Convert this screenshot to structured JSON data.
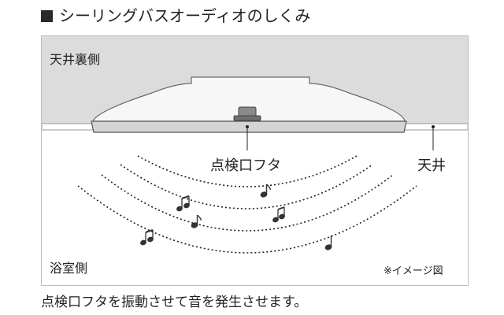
{
  "title": "シーリングバスオーディオのしくみ",
  "labels": {
    "ceiling_back": "天井裏側",
    "inspection_lid": "点検口フタ",
    "ceiling": "天井",
    "bathroom_side": "浴室側",
    "image_note": "※イメージ図"
  },
  "caption": "点検口フタを振動させて音を発生させます。",
  "icons": [
    "heading-square-icon",
    "music-note-icon"
  ],
  "colors": {
    "ceiling_fill": "#dcdcdc",
    "fixture_fill": "#f7f7f7",
    "outline": "#555555",
    "lid_fill": "#8a8a8a"
  }
}
